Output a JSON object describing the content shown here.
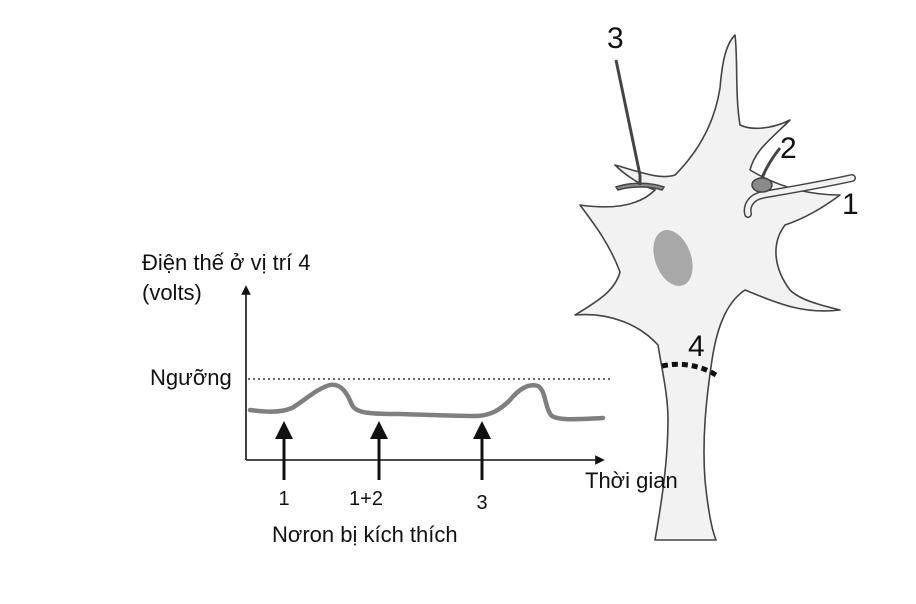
{
  "graph": {
    "y_label_line1": "Điện thế ở vị trí 4",
    "y_label_line2": "(volts)",
    "threshold_label": "Ngưỡng",
    "x_label": "Thời gian",
    "stimulus_labels": [
      "1",
      "1+2",
      "3"
    ],
    "stimulus_caption": "Nơron bị kích thích"
  },
  "neuron": {
    "site_labels": [
      "1",
      "2",
      "3",
      "4"
    ]
  },
  "colors": {
    "cell_fill": "#f2f2f2",
    "cell_outline": "#444444",
    "nucleus": "#a8a8a8",
    "trace": "#7f7f7f",
    "ink": "#111111"
  }
}
